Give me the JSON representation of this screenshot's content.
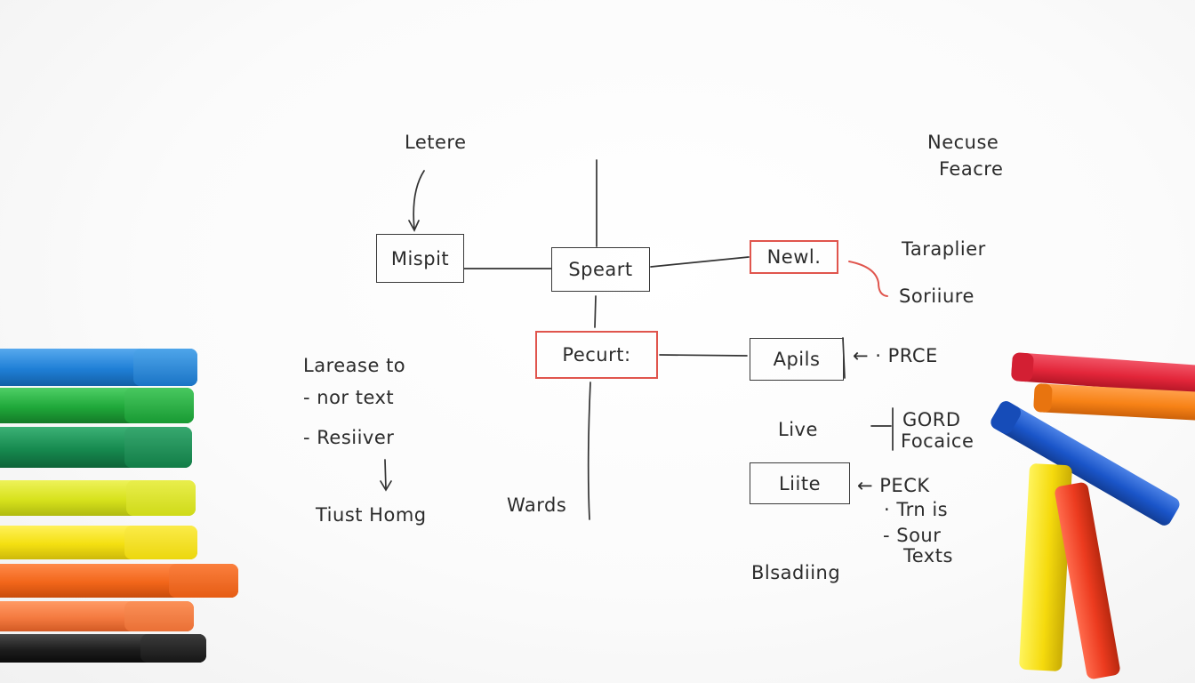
{
  "notes": {
    "letere": "Letere",
    "necuse_1": "Necuse",
    "necuse_2": "Feacre",
    "taraplier": "Taraplier",
    "soriiure": "Soriiure",
    "larease": "Larease to",
    "nor_text": "- nor text",
    "resiiver": "- Resiiver",
    "tiust_homg": "Tiust Homg",
    "wards": "Wards",
    "prce": "← · PRCE",
    "live": "Live",
    "gord": "GORD",
    "focaice": "Focaice",
    "peck": "←  PECK",
    "trn_is": "· Trn is",
    "sour": "- Sour",
    "texts": "Texts",
    "blsadiing": "Blsadiing"
  },
  "boxes": {
    "mispit": "Mispit",
    "speart": "Speart",
    "newl": "Newl.",
    "pecurt": "Pecurt:",
    "apils": "Apils",
    "liite": "Liite"
  },
  "colors": {
    "ink": "#2b2b2b",
    "red_ink": "#e0554d",
    "marker_blue": "#1f7fd6",
    "marker_green": "#1fa83a",
    "marker_teal": "#168a4f",
    "marker_lime": "#d7e21c",
    "marker_yellow": "#f4e011",
    "marker_orange": "#f2661a",
    "marker_black": "#1d1d1d",
    "marker_red": "#e3263a",
    "marker_royal_blue": "#1a55c9"
  }
}
